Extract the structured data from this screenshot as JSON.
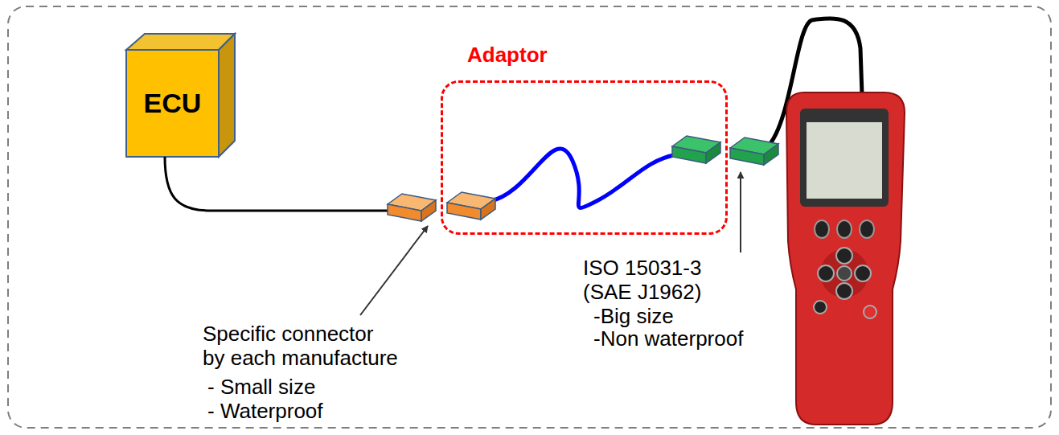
{
  "diagram": {
    "nodes": [
      {
        "text": [
          "ECU"
        ]
      },
      {
        "text": [
          "Adaptor"
        ]
      }
    ],
    "labels": [
      "Specific connector by each manufacture",
      "- Small size",
      "- Waterproof",
      "ISO 15031-3 (SAE J1962)",
      "-Big size",
      "-Non waterproof"
    ]
  }
}
